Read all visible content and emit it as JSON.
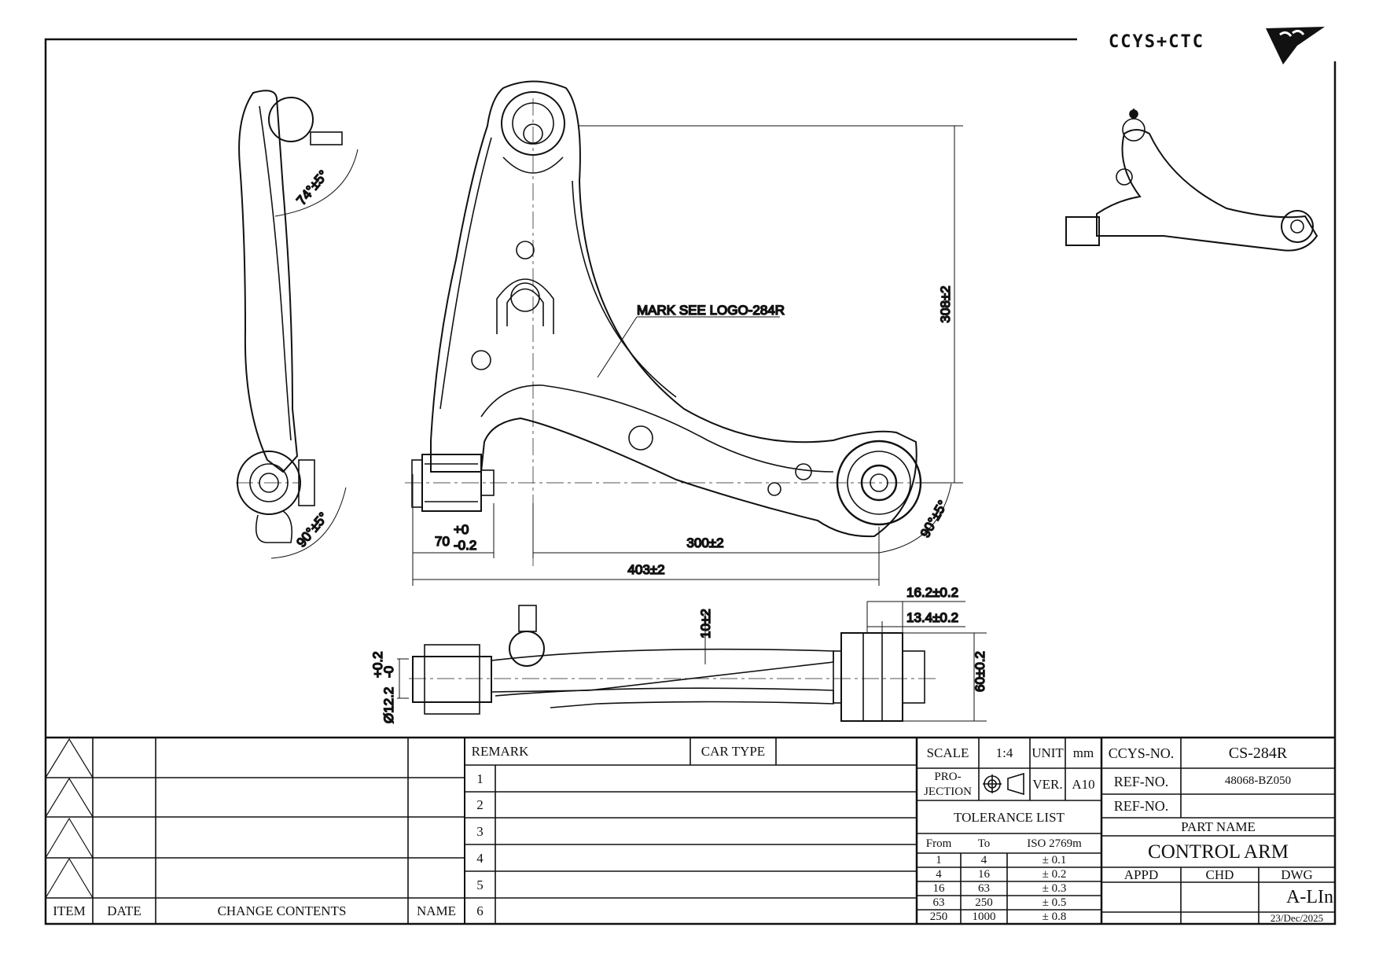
{
  "logo": {
    "text": "CCYS+CTC"
  },
  "drawing": {
    "note": "MARK SEE LOGO-284R",
    "dims": {
      "angle_top": "74°±5°",
      "angle_bottom_left": "90°±5°",
      "angle_bottom_right": "90°±5°",
      "bush_width": "70",
      "bush_width_tol_upper": "+0",
      "bush_width_tol_lower": "-0.2",
      "center_distance": "300±2",
      "overall_length": "403±2",
      "height": "308±2",
      "bore": "Ø12.2",
      "bore_tol_upper": "+0.2",
      "bore_tol_lower": "-0",
      "offset": "10±2",
      "rear_width_outer": "16.2±0.2",
      "rear_width_inner": "13.4±0.2",
      "rear_diameter": "60±0.2"
    }
  },
  "revision_table": {
    "headers": {
      "item": "ITEM",
      "date": "DATE",
      "change": "CHANGE CONTENTS",
      "name": "NAME"
    }
  },
  "remarks": {
    "remark_label": "REMARK",
    "car_type_label": "CAR TYPE",
    "car_type_value": "",
    "rows": [
      "1",
      "2",
      "3",
      "4",
      "5",
      "6"
    ]
  },
  "title_block": {
    "scale_label": "SCALE",
    "scale": "1:4",
    "unit_label": "UNIT",
    "unit": "mm",
    "projection_label_1": "PRO-",
    "projection_label_2": "JECTION",
    "ver_label": "VER.",
    "ver": "A10",
    "tolerance_title": "TOLERANCE LIST",
    "tolerance_headers": [
      "From",
      "To",
      "ISO 2769m"
    ],
    "tolerances": [
      {
        "from": "1",
        "to": "4",
        "tol": "± 0.1"
      },
      {
        "from": "4",
        "to": "16",
        "tol": "± 0.2"
      },
      {
        "from": "16",
        "to": "63",
        "tol": "± 0.3"
      },
      {
        "from": "63",
        "to": "250",
        "tol": "± 0.5"
      },
      {
        "from": "250",
        "to": "1000",
        "tol": "± 0.8"
      }
    ],
    "ccys_no_label": "CCYS-NO.",
    "ccys_no": "CS-284R",
    "ref_no_label": "REF-NO.",
    "ref_no": "48068-BZ050",
    "ref_no2_label": "REF-NO.",
    "ref_no2": "",
    "part_name_label": "PART NAME",
    "part_name": "CONTROL ARM",
    "appd_label": "APPD",
    "chd_label": "CHD",
    "dwg_label": "DWG",
    "dwg": "A-LIn",
    "date": "23/Dec/2025"
  }
}
